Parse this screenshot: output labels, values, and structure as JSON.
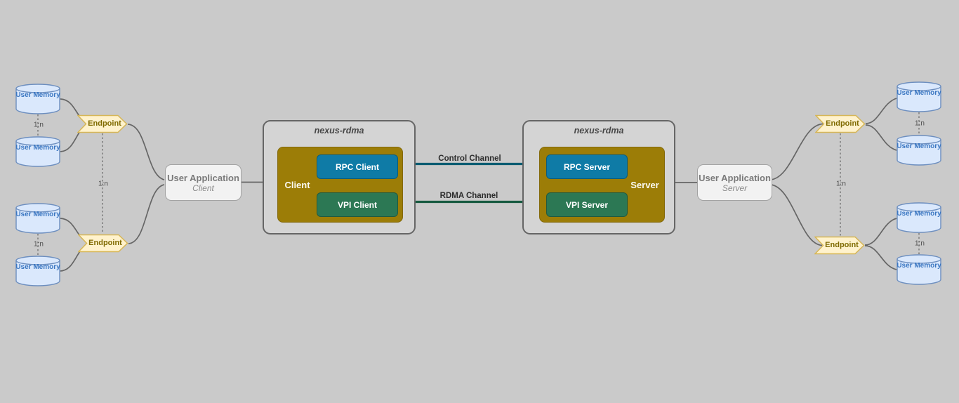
{
  "colors": {
    "background": "#CACACA",
    "container_fill": "#D4D4D4",
    "container_border": "#666666",
    "group_fill_olive": "#9C7D07",
    "rpc_fill": "#0F7BA6",
    "vpi_fill": "#2C7854",
    "endpoint_fill": "#FFF2CC",
    "endpoint_border": "#D6B656",
    "endpoint_text": "#7F6A00",
    "memory_fill": "#DAE8FC",
    "memory_border": "#6C8EBF",
    "memory_text": "#3B77C2",
    "app_fill": "#F2F2F2",
    "app_border": "#A3A3A3",
    "app_text": "#7A7A7A",
    "connector_gray": "#666666",
    "control_channel_color": "#085C72",
    "rdma_channel_color": "#175A40"
  },
  "left_group": {
    "memories": [
      {
        "label": "User Memory"
      },
      {
        "label": "User Memory"
      },
      {
        "label": "User Memory"
      },
      {
        "label": "User Memory"
      }
    ],
    "endpoints": [
      {
        "label": "Endpoint"
      },
      {
        "label": "Endpoint"
      }
    ],
    "multiplicities": [
      "1:n",
      "1:n",
      "1:n"
    ],
    "application": {
      "title": "User Application",
      "subtitle": "Client"
    }
  },
  "client_module": {
    "container_title": "nexus-rdma",
    "group_label": "Client",
    "components": [
      {
        "label": "RPC Client"
      },
      {
        "label": "VPI Client"
      }
    ]
  },
  "channels": {
    "control_label": "Control Channel",
    "rdma_label": "RDMA Channel"
  },
  "server_module": {
    "container_title": "nexus-rdma",
    "group_label": "Server",
    "components": [
      {
        "label": "RPC Server"
      },
      {
        "label": "VPI Server"
      }
    ]
  },
  "right_group": {
    "application": {
      "title": "User Application",
      "subtitle": "Server"
    },
    "endpoints": [
      {
        "label": "Endpoint"
      },
      {
        "label": "Endpoint"
      }
    ],
    "multiplicities": [
      "1:n",
      "1:n",
      "1:n"
    ],
    "memories": [
      {
        "label": "User Memory"
      },
      {
        "label": "User Memory"
      },
      {
        "label": "User Memory"
      },
      {
        "label": "User Memory"
      }
    ]
  }
}
